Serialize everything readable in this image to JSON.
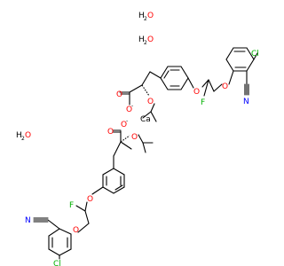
{
  "colors": {
    "oxygen": "#ff0000",
    "fluorine": "#00b000",
    "chlorine": "#00b000",
    "nitrogen": "#0000ff",
    "calcium": "#000000",
    "bond": "#000000"
  },
  "waters": [
    {
      "h": "H",
      "two": "2",
      "o": "O"
    },
    {
      "h": "H",
      "two": "2",
      "o": "O"
    },
    {
      "h": "H",
      "two": "2",
      "o": "O"
    }
  ],
  "atoms": {
    "ca": "Ca",
    "o": "O",
    "o_minus": "-",
    "f": "F",
    "cl": "Cl",
    "n": "N"
  }
}
